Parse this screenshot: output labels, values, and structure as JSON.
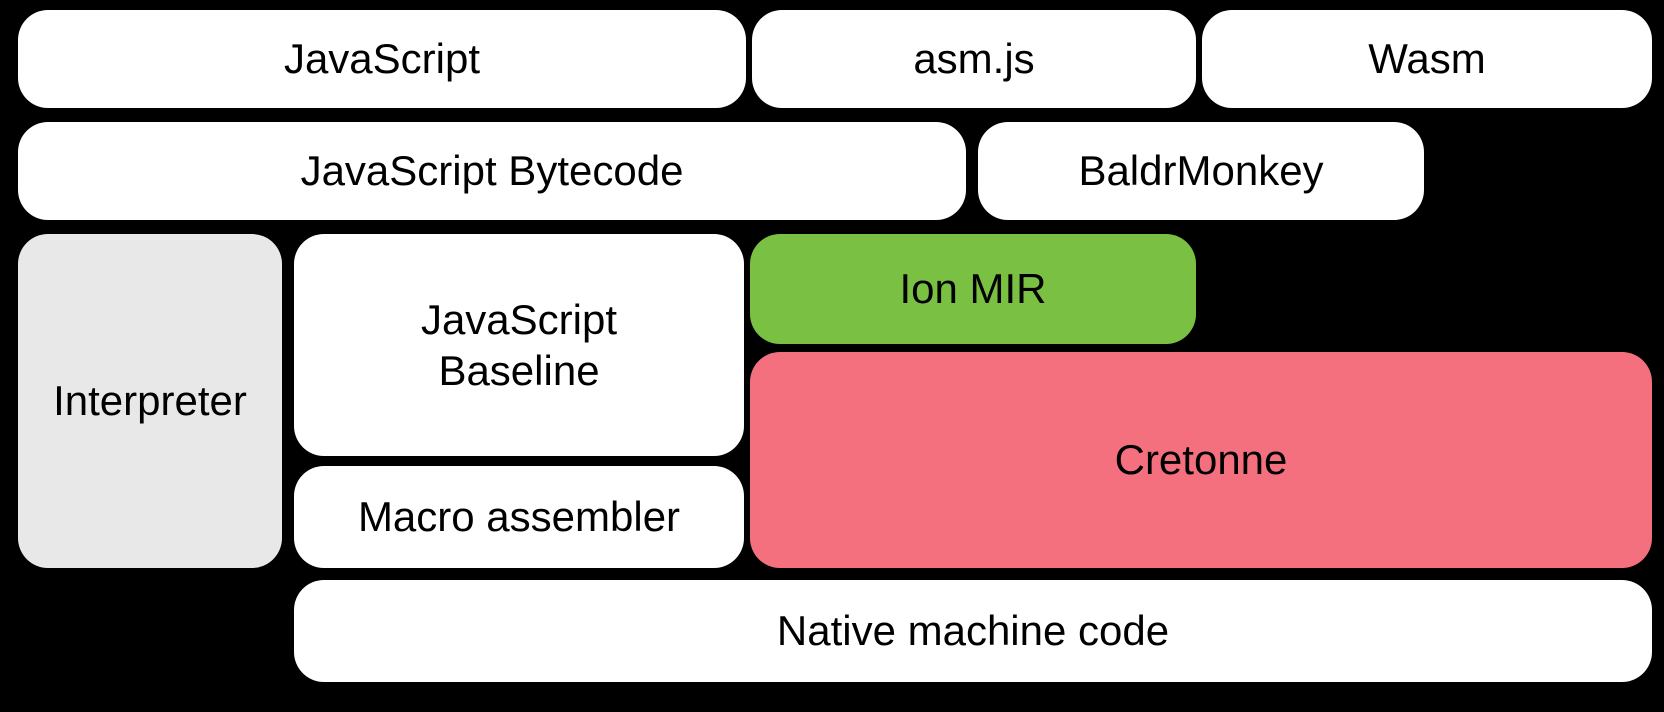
{
  "diagram": {
    "background": "#000000",
    "text_color": "#000000",
    "boxes": {
      "javascript": {
        "label": "JavaScript",
        "fill": "#ffffff"
      },
      "asmjs": {
        "label": "asm.js",
        "fill": "#ffffff"
      },
      "wasm": {
        "label": "Wasm",
        "fill": "#ffffff"
      },
      "bytecode": {
        "label": "JavaScript Bytecode",
        "fill": "#ffffff"
      },
      "baldrmonkey": {
        "label": "BaldrMonkey",
        "fill": "#ffffff"
      },
      "interpreter": {
        "label": "Interpreter",
        "fill": "#e8e8e8"
      },
      "baseline": {
        "label": "JavaScript\nBaseline",
        "fill": "#ffffff"
      },
      "ion_mir": {
        "label": "Ion MIR",
        "fill": "#7ac143"
      },
      "cretonne": {
        "label": "Cretonne",
        "fill": "#f4707f"
      },
      "macro_assembler": {
        "label": "Macro assembler",
        "fill": "#ffffff"
      },
      "native_code": {
        "label": "Native machine code",
        "fill": "#ffffff"
      }
    }
  }
}
